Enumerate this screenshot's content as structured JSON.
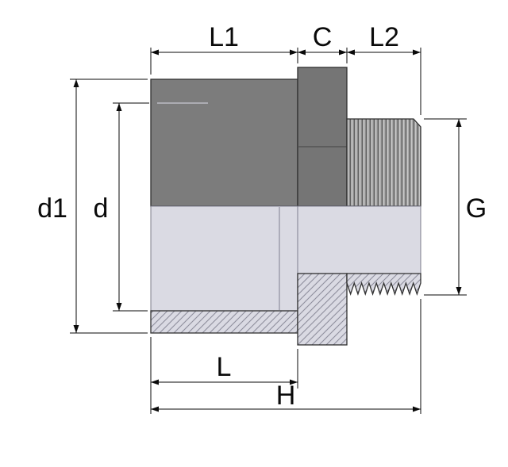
{
  "diagram": {
    "type": "technical-drawing",
    "description": "Half-section drawing of a pipe adapter fitting: solvent socket on the left, hex collar in the middle, male thread on the right, with dimension callouts",
    "labels": {
      "l1": "L1",
      "c": "C",
      "l2": "L2",
      "d1": "d1",
      "d": "d",
      "g": "G",
      "l": "L",
      "h": "H"
    },
    "colors": {
      "background": "#ffffff",
      "body": "#7c7c7c",
      "collar": "#757575",
      "thread_base": "#a8a8a8",
      "thread_dark_stripe": "#5f5f5f",
      "thread_light_stripe": "#c9c9c9",
      "bore": "#dadae3",
      "hatch_line": "#8e8e9c",
      "outline": "#2f2f2f",
      "dimension_line": "#0a0a0a",
      "text": "#0a0a0a"
    }
  }
}
